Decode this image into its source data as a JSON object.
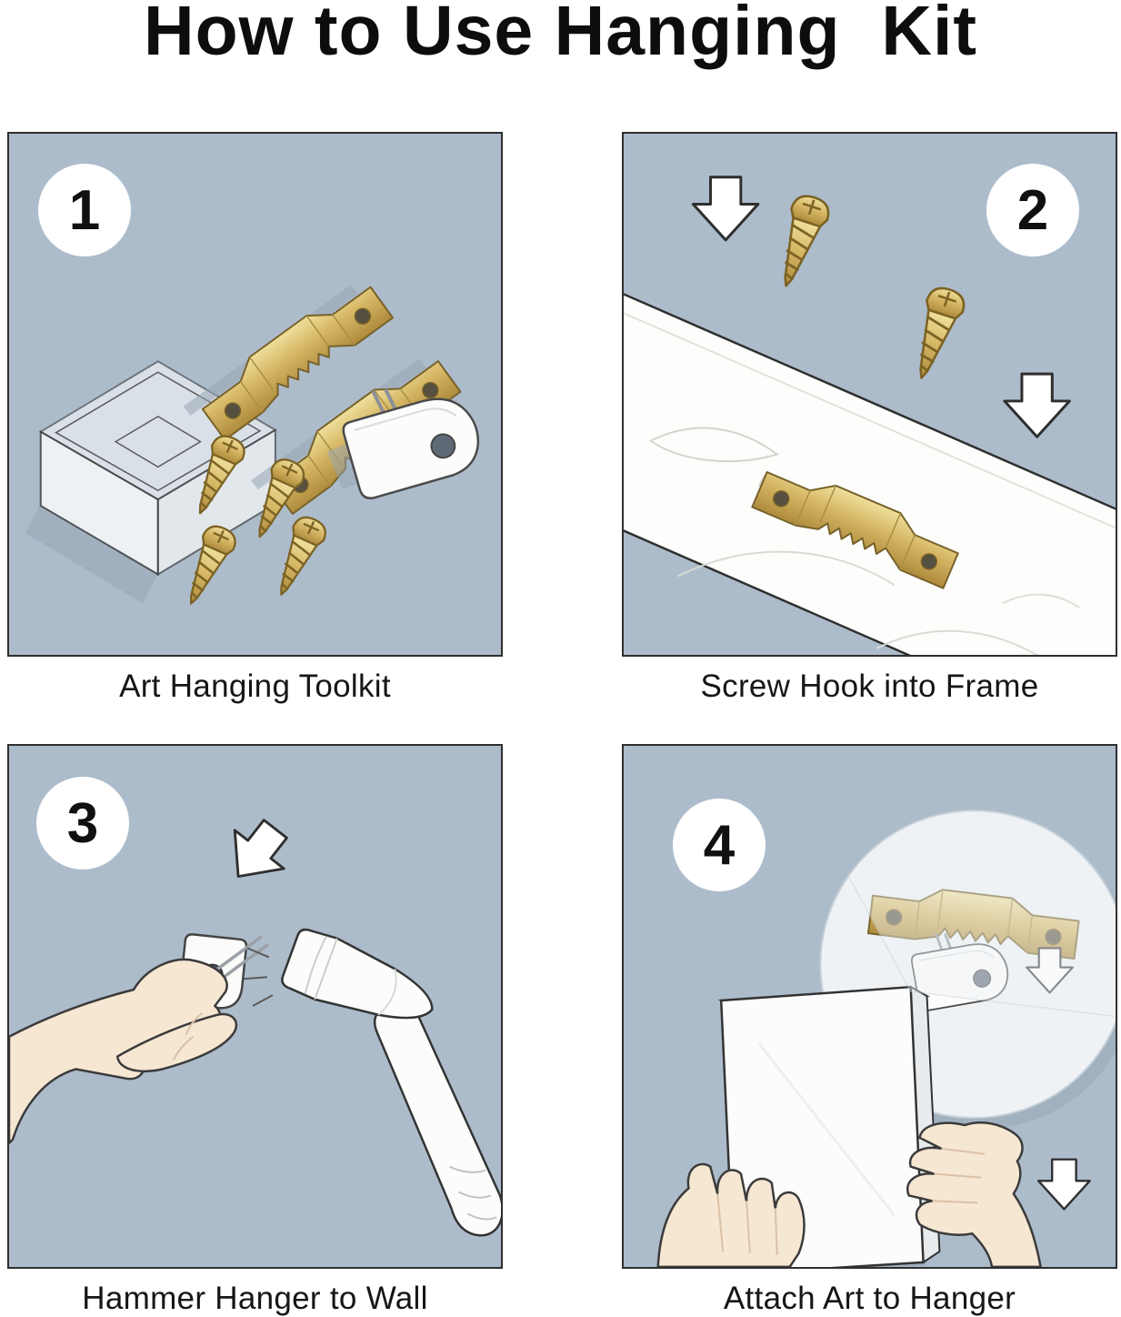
{
  "page": {
    "title": "How to Use Hanging  Kit"
  },
  "steps": [
    {
      "number": "1",
      "caption": "Art Hanging Toolkit"
    },
    {
      "number": "2",
      "caption": "Screw Hook into Frame"
    },
    {
      "number": "3",
      "caption": "Hammer Hanger to Wall"
    },
    {
      "number": "4",
      "caption": "Attach Art to Hanger"
    }
  ],
  "colors": {
    "panel_background": "#adbccb",
    "brass": "#d6b765",
    "brass_dark": "#77622a",
    "item_white": "#fcfcfb",
    "skin": "#f6e7d2",
    "outline": "#2f2f2f",
    "shadow": "#93a3b3"
  },
  "icons": [
    "sawtooth-hanger-icon",
    "screw-icon",
    "wall-hook-icon",
    "down-arrow-icon",
    "hammer-icon",
    "hand-icon",
    "storage-box-icon",
    "frame-board-icon",
    "canvas-frame-icon",
    "magnifier-circle-icon"
  ]
}
